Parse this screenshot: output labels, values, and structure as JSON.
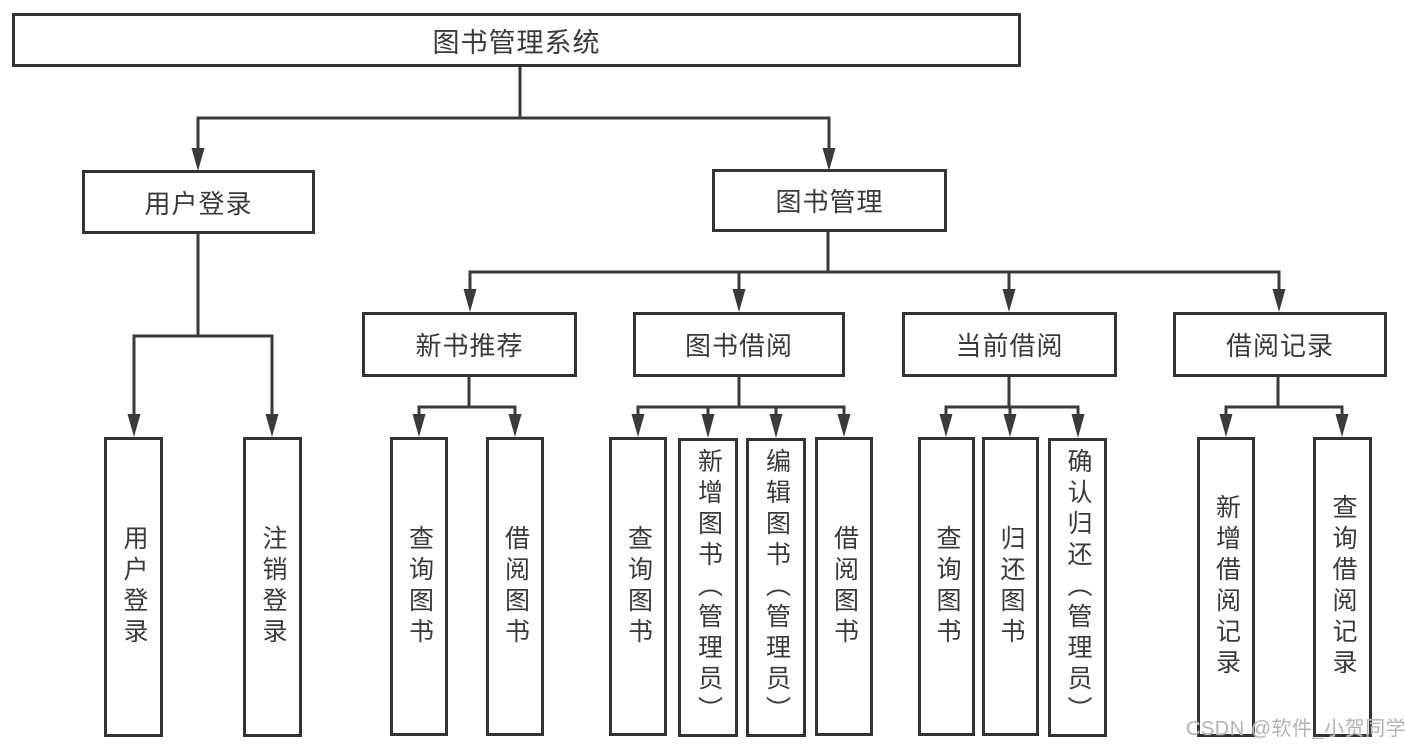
{
  "diagram": {
    "type": "hierarchy-tree",
    "orientation": "top-down",
    "tree": {
      "root": {
        "label": "图书管理系统",
        "children": [
          {
            "label": "用户登录",
            "children": [
              {
                "label": "用户登录"
              },
              {
                "label": "注销登录"
              }
            ]
          },
          {
            "label": "图书管理",
            "children": [
              {
                "label": "新书推荐",
                "children": [
                  {
                    "label": "查询图书"
                  },
                  {
                    "label": "借阅图书"
                  }
                ]
              },
              {
                "label": "图书借阅",
                "children": [
                  {
                    "label": "查询图书"
                  },
                  {
                    "label": "新增图书（管理员）"
                  },
                  {
                    "label": "编辑图书（管理员）"
                  },
                  {
                    "label": "借阅图书"
                  }
                ]
              },
              {
                "label": "当前借阅",
                "children": [
                  {
                    "label": "查询图书"
                  },
                  {
                    "label": "归还图书"
                  },
                  {
                    "label": "确认归还（管理员）"
                  }
                ]
              },
              {
                "label": "借阅记录",
                "children": [
                  {
                    "label": "新增借阅记录"
                  },
                  {
                    "label": "查询借阅记录"
                  }
                ]
              }
            ]
          }
        ]
      }
    },
    "colors": {
      "line": "#3a3a3a",
      "box_border": "#333333",
      "box_fill": "#ffffff",
      "text": "#3a3a3a",
      "watermark": "#b3b3b3",
      "background": "#ffffff"
    }
  },
  "watermark": {
    "text": "CSDN @软件_小贺同学"
  }
}
